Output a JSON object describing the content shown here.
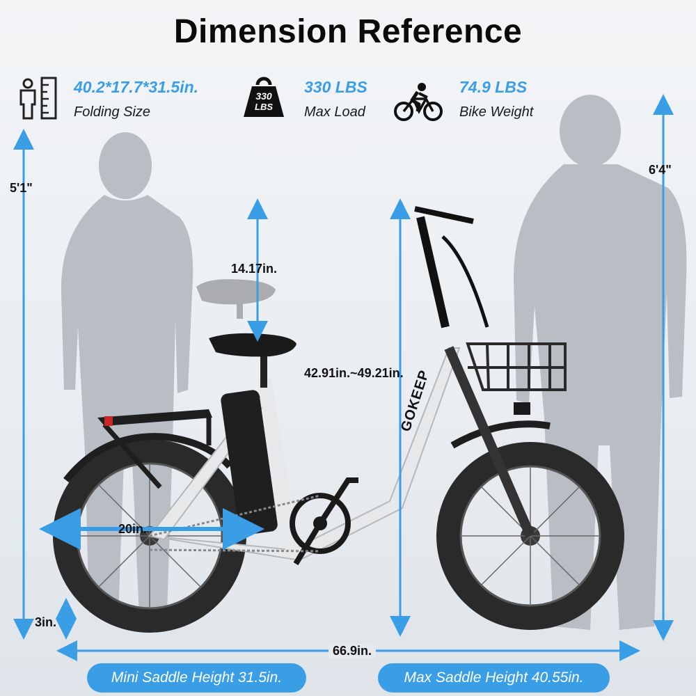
{
  "title": "Dimension Reference",
  "specs": [
    {
      "icon": "folding-size-icon",
      "value": "40.2*17.7*31.5in.",
      "label": "Folding Size"
    },
    {
      "icon": "weight-icon",
      "value": "330 LBS",
      "label": "Max Load",
      "icon_text_top": "330",
      "icon_text_bottom": "LBS"
    },
    {
      "icon": "cyclist-icon",
      "value": "74.9 LBS",
      "label": "Bike Weight"
    }
  ],
  "dimensions": {
    "left_person_height": "5'1\"",
    "right_person_height": "6'4\"",
    "seat_adjust": "14.17in.",
    "handlebar_height": "42.91in.~49.21in.",
    "wheel_size": "20in.",
    "ground_clearance": "3in.",
    "length": "66.9in."
  },
  "brand": "GOKEEP",
  "pills": {
    "min_saddle": "Mini Saddle Height 31.5in.",
    "max_saddle": "Max Saddle Height 40.55in."
  },
  "colors": {
    "accent": "#3a9ee6",
    "silhouette": "#b9bec4",
    "frame": "#e6e8ea",
    "tire": "#2a2a2a"
  }
}
